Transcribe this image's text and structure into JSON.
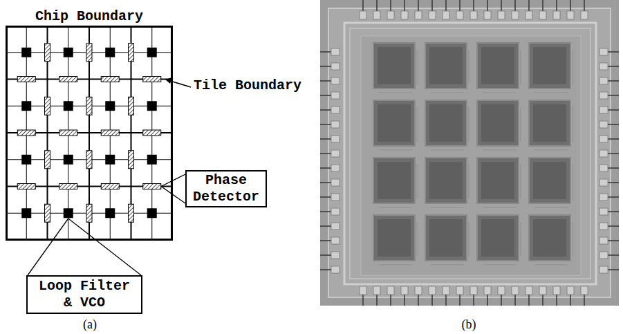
{
  "diagram": {
    "nodes": [
      {
        "text": [
          "Chip Boundary"
        ]
      },
      {
        "text": [
          "Phase Detector"
        ]
      },
      {
        "text": [
          "Loop Filter & VCO"
        ]
      }
    ],
    "labels": [
      "Tile Boundary",
      "(a)",
      "(b)"
    ]
  }
}
